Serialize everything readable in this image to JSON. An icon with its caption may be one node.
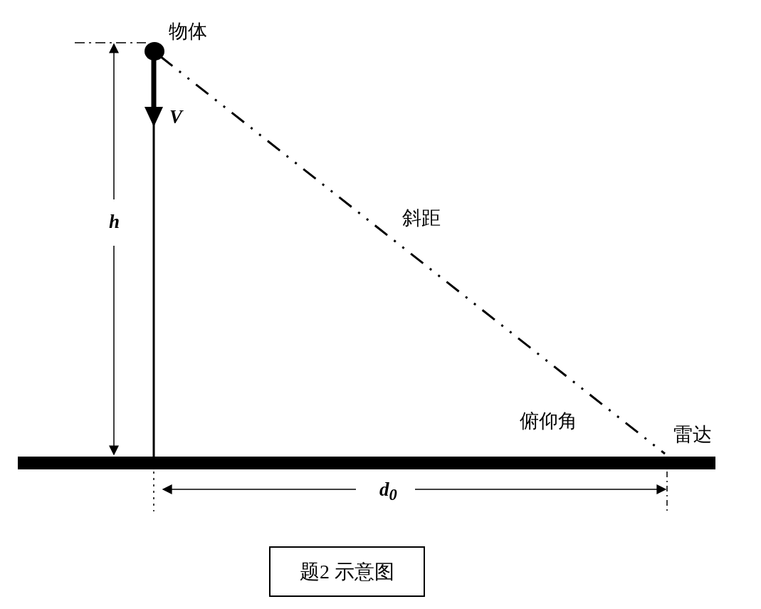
{
  "diagram": {
    "caption": "题2 示意图",
    "nodes": [
      {
        "text": [
          "物体"
        ]
      },
      {
        "text": [
          "雷达"
        ]
      }
    ],
    "edges": [
      {
        "from": 0,
        "to": 1,
        "arrow": "none",
        "style": "dashed",
        "label": "斜距"
      }
    ],
    "labels": [
      "V",
      "h",
      "俯仰角",
      "d$_{0}$"
    ]
  }
}
